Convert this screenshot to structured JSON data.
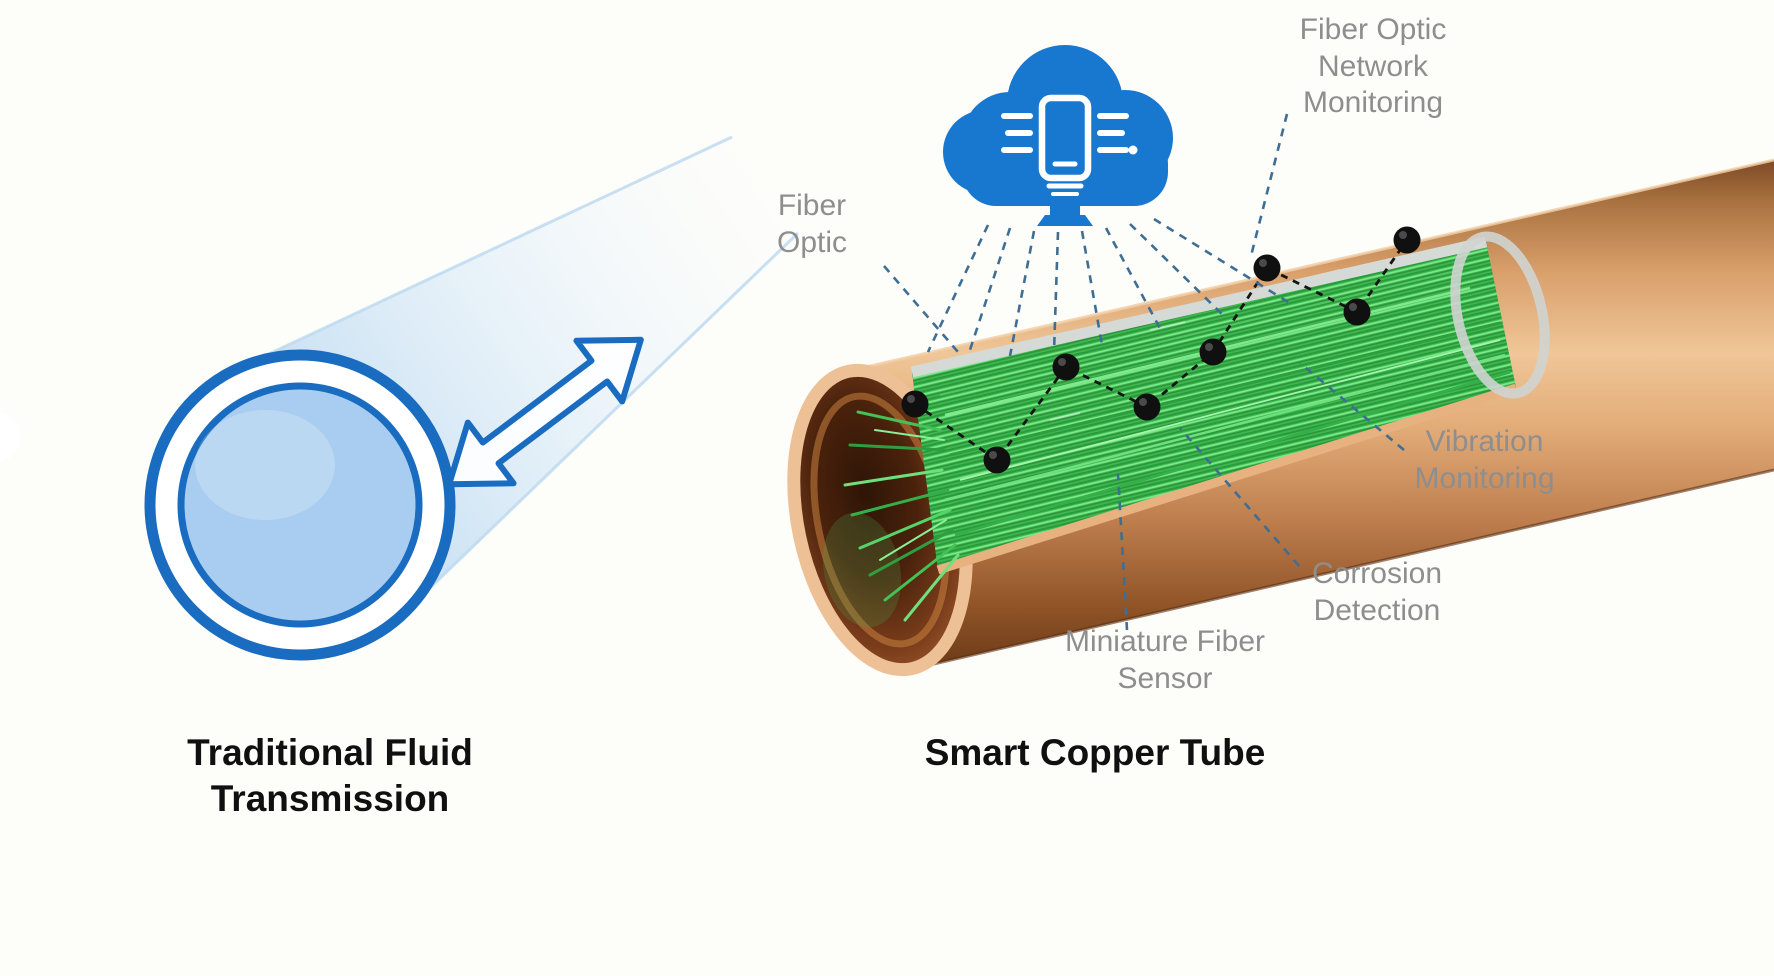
{
  "titles": {
    "left": "Traditional Fluid Transmission",
    "right": "Smart Copper Tube"
  },
  "annotations": {
    "fiber_optic": "Fiber Optic",
    "network_monitoring": "Fiber Optic Network Monitoring",
    "vibration": "Vibration Monitoring",
    "corrosion": "Corrosion Detection",
    "miniature_sensor": "Miniature Fiber Sensor"
  },
  "icons": {
    "cloud": "cloud-monitoring-icon",
    "device": "monitoring-device-icon",
    "arrow": "bidirectional-flow-arrow-icon",
    "sensor": "fiber-sensor-dot-icon"
  },
  "colors": {
    "accent-blue": "#1a6cc0",
    "cloud-blue": "#1878d0",
    "leader-blue": "#3f6e94",
    "label-gray": "#8e8e8e",
    "title-color": "#101010",
    "copper": "#c98a54",
    "fiber-green": "#3cb94e",
    "sensor-black": "#151515",
    "fluid-blue": "#a8cdf0"
  }
}
